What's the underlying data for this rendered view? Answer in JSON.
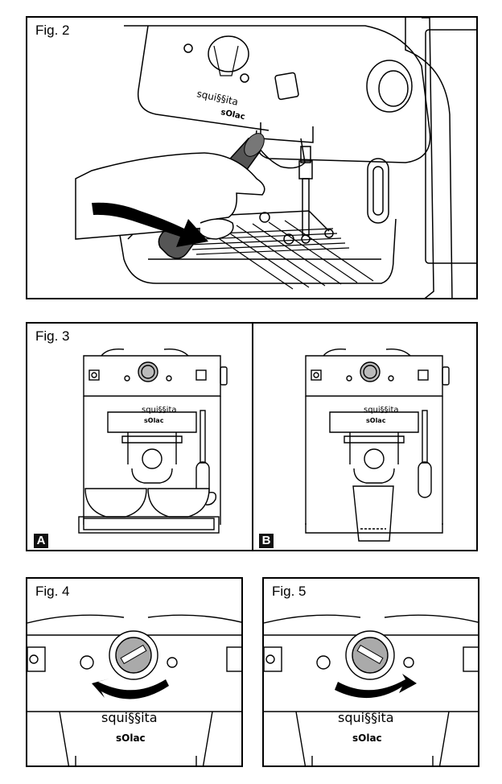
{
  "figures": {
    "fig2": {
      "label": "Fig. 2"
    },
    "fig3": {
      "label": "Fig. 3",
      "panel_a": "A",
      "panel_b": "B"
    },
    "fig4": {
      "label": "Fig. 4"
    },
    "fig5": {
      "label": "Fig. 5"
    }
  },
  "brand": {
    "name": "squissita",
    "maker": "sOlac"
  },
  "icons": [
    "power-icon",
    "cup-icon",
    "steam-icon",
    "selector-knob-icon",
    "rotate-arrow-icon",
    "hand-icon",
    "portafilter-icon"
  ]
}
